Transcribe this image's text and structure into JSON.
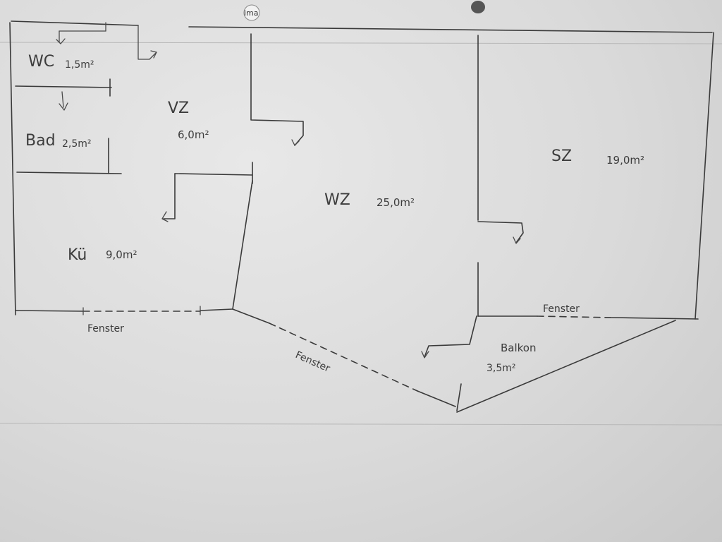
{
  "rooms": {
    "wc": {
      "name": "WC",
      "area": "1,5m²"
    },
    "bad": {
      "name": "Bad",
      "area": "2,5m²"
    },
    "vz": {
      "name": "VZ",
      "area": "6,0m²"
    },
    "kue": {
      "name": "Kü",
      "area": "9,0m²"
    },
    "wz": {
      "name": "WZ",
      "area": "25,0m²"
    },
    "sz": {
      "name": "SZ",
      "area": "19,0m²"
    },
    "balkon": {
      "name": "Balkon",
      "area": "3,5m²"
    }
  },
  "windows": {
    "kitchen": "Fenster",
    "living": "Fenster",
    "bedroom": "Fenster"
  },
  "logo": "ima"
}
